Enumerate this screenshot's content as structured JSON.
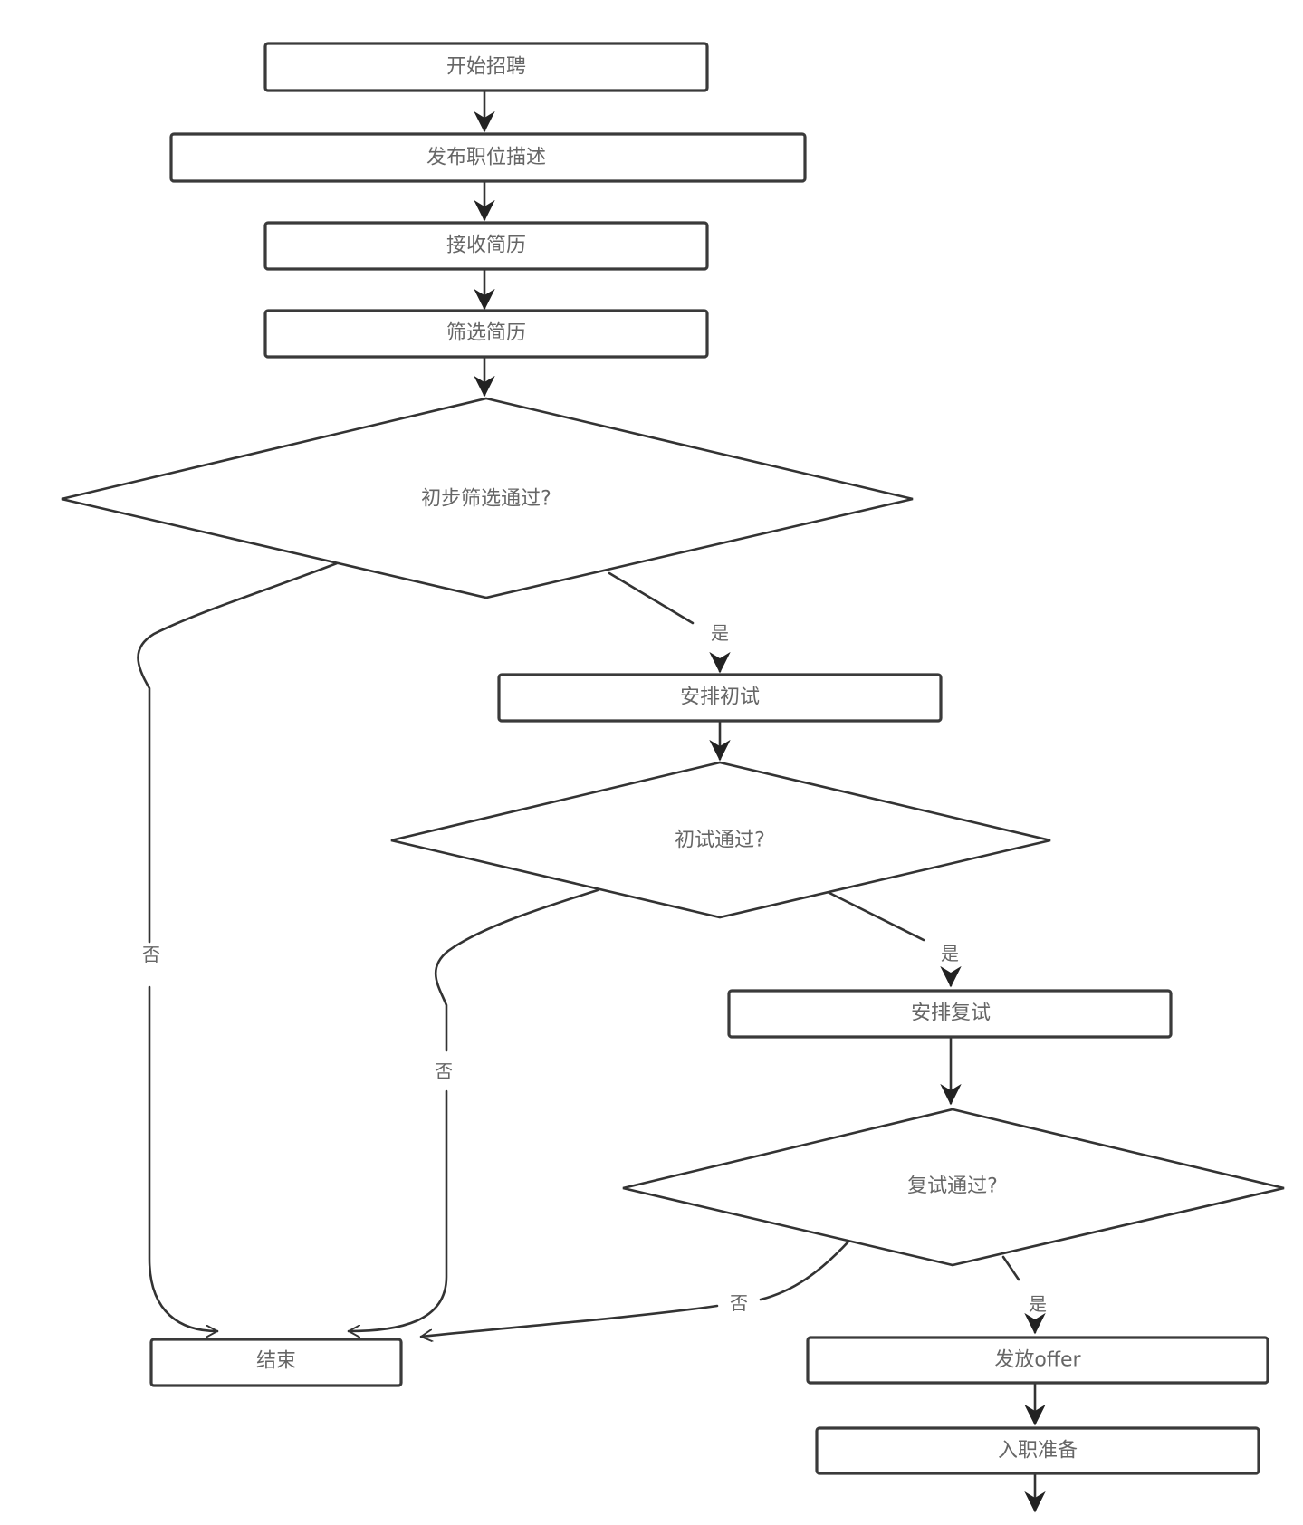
{
  "diagram": {
    "type": "flowchart",
    "title": "",
    "nodes": [
      {
        "id": "start",
        "shape": "rect",
        "label": "开始招聘"
      },
      {
        "id": "publish",
        "shape": "rect",
        "label": "发布职位描述"
      },
      {
        "id": "receive",
        "shape": "rect",
        "label": "接收简历"
      },
      {
        "id": "filter",
        "shape": "rect",
        "label": "筛选简历"
      },
      {
        "id": "d1",
        "shape": "diamond",
        "label": "初步筛选通过?"
      },
      {
        "id": "int1",
        "shape": "rect",
        "label": "安排初试"
      },
      {
        "id": "d2",
        "shape": "diamond",
        "label": "初试通过?"
      },
      {
        "id": "int2",
        "shape": "rect",
        "label": "安排复试"
      },
      {
        "id": "d3",
        "shape": "diamond",
        "label": "复试通过?"
      },
      {
        "id": "offer",
        "shape": "rect",
        "label": "发放offer"
      },
      {
        "id": "onboard",
        "shape": "rect",
        "label": "入职准备"
      },
      {
        "id": "end",
        "shape": "rect",
        "label": "结束"
      }
    ],
    "edges": [
      {
        "from": "start",
        "to": "publish",
        "label": ""
      },
      {
        "from": "publish",
        "to": "receive",
        "label": ""
      },
      {
        "from": "receive",
        "to": "filter",
        "label": ""
      },
      {
        "from": "filter",
        "to": "d1",
        "label": ""
      },
      {
        "from": "d1",
        "to": "int1",
        "label": "是"
      },
      {
        "from": "d1",
        "to": "end",
        "label": "否"
      },
      {
        "from": "int1",
        "to": "d2",
        "label": ""
      },
      {
        "from": "d2",
        "to": "int2",
        "label": "是"
      },
      {
        "from": "d2",
        "to": "end",
        "label": "否"
      },
      {
        "from": "int2",
        "to": "d3",
        "label": ""
      },
      {
        "from": "d3",
        "to": "offer",
        "label": "是"
      },
      {
        "from": "d3",
        "to": "end",
        "label": "否"
      },
      {
        "from": "offer",
        "to": "onboard",
        "label": ""
      },
      {
        "from": "onboard",
        "to": "",
        "label": ""
      }
    ]
  }
}
